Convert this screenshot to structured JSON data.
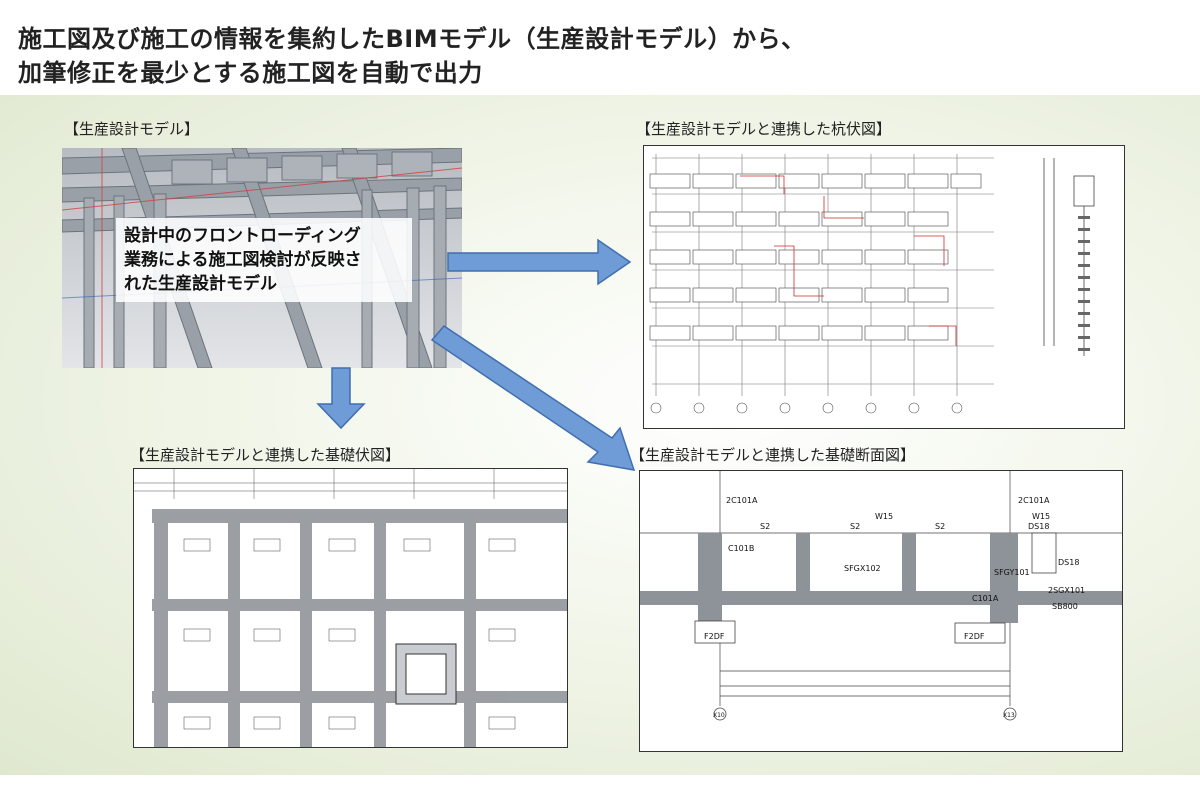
{
  "title": {
    "line1": "施工図及び施工の情報を集約したBIMモデル（生産設計モデル）から、",
    "line2": "加筆修正を最少とする施工図を自動で出力"
  },
  "model": {
    "label": "【生産設計モデル】",
    "caption": {
      "line1": "設計中のフロントローディング",
      "line2": "業務による施工図検討が反映さ",
      "line3": "れた生産設計モデル"
    }
  },
  "pile_plan": {
    "label": "【生産設計モデルと連携した杭伏図】"
  },
  "foundation_plan": {
    "label": "【生産設計モデルと連携した基礎伏図】"
  },
  "foundation_section": {
    "label": "【生産設計モデルと連携した基礎断面図】",
    "texts": {
      "beam_top_left": "2C101A",
      "beam_top_right": "2C101A",
      "slab_1": "S2",
      "slab_2": "S2",
      "slab_3": "S2",
      "beam_w15": "W15",
      "beam_w15_right": "W15",
      "c101b": "C101B",
      "sfgx102": "SFGX102",
      "sfgx101": "SFGY101",
      "ds18": "DS18",
      "ds18b": "DS18",
      "c101a": "C101A",
      "sgx101": "2SGX101",
      "sb800": "SB800",
      "f2df_left": "F2DF",
      "f2df_right": "F2DF",
      "axis_left": "X10",
      "axis_right": "X13"
    }
  },
  "colors": {
    "arrow_fill": "#6f9bd6",
    "arrow_stroke": "#3f6fb0",
    "background_tint": "#dfe8cf"
  }
}
